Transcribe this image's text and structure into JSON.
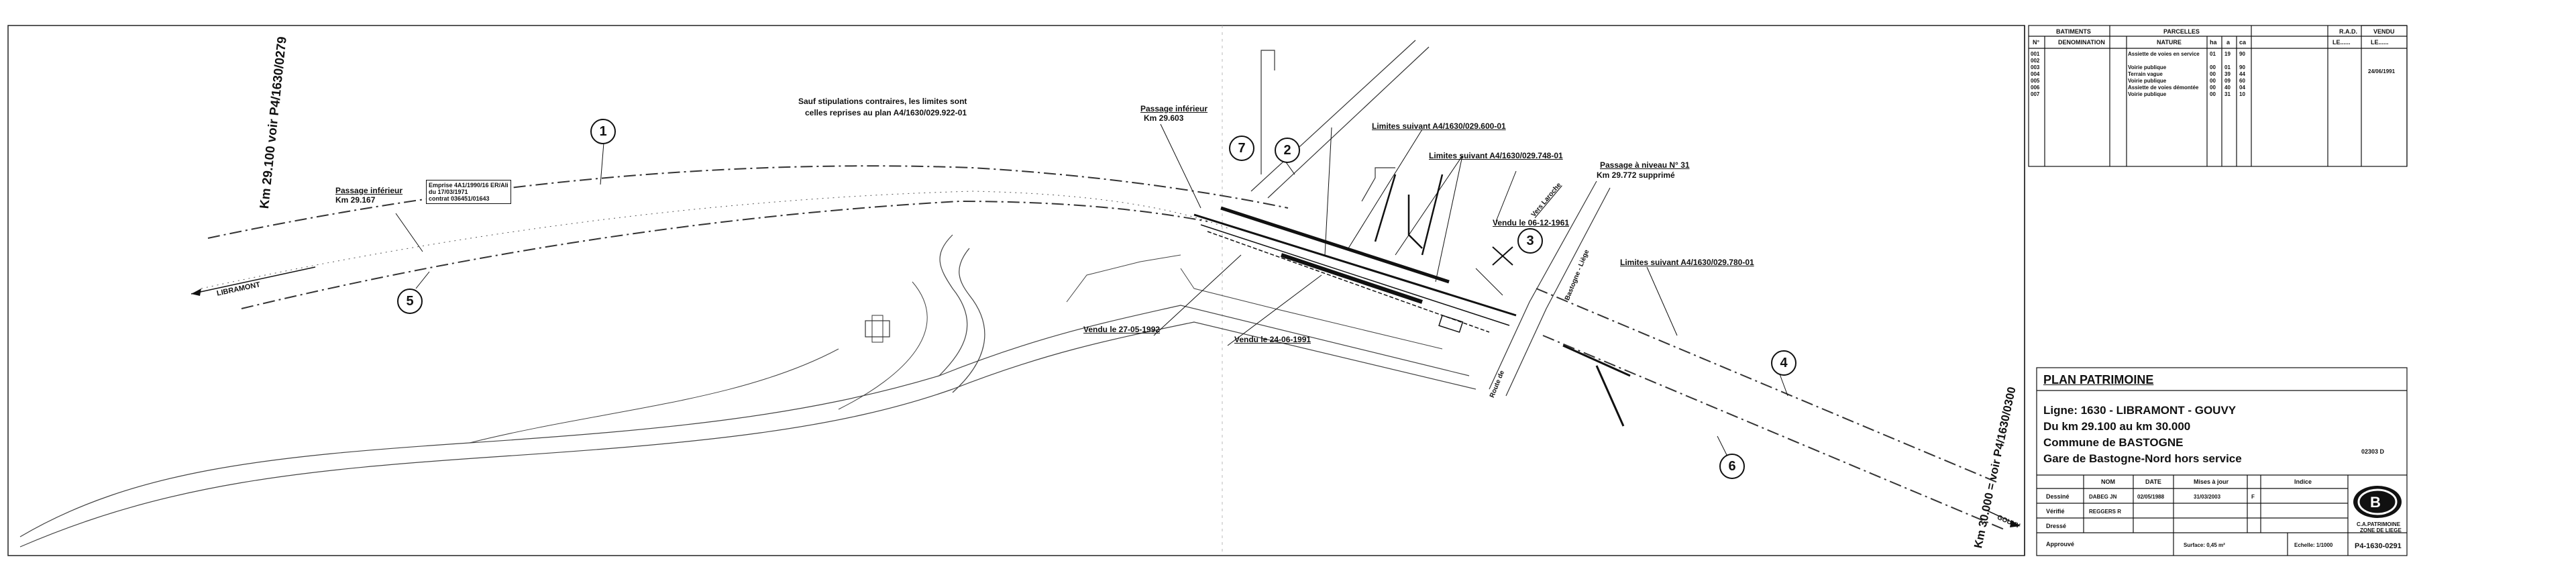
{
  "labels": {
    "km_start": "Km 29.100 voir P4/1630/0279",
    "km_end": "Km 30.000 = voir P4/1630/0300",
    "libramont": "LIBRAMONT",
    "gouvy": "GOUVY",
    "stipulations_1": "Sauf stipulations contraires, les limites sont",
    "stipulations_2": "celles reprises au plan A4/1630/029.922-01",
    "passage_inf_1_title": "Passage inférieur",
    "passage_inf_1_km": "Km 29.167",
    "passage_inf_2_title": "Passage inférieur",
    "passage_inf_2_km": "Km 29.603",
    "convention_1": "Emprise 4A1/1990/16 ER/Ali",
    "convention_2": "du 17/03/1971",
    "convention_3": "contrat 036451/01643",
    "limites_600": "Limites suivant A4/1630/029.600-01",
    "limites_748": "Limites suivant A4/1630/029.748-01",
    "limites_780": "Limites suivant A4/1630/029.780-01",
    "passage_niveau_1": "Passage à niveau  N° 31",
    "passage_niveau_2": "Km 29.772 supprimé",
    "vendu_1961": "Vendu le 06-12-1961",
    "vendu_1992": "Vendu le 27-05-1992",
    "vendu_1991": "Vendu le 24-06-1991",
    "vers_laroche": "Vers Laroche",
    "bastogne_liege": "Bastogne - Liège",
    "route_de": "Route de",
    "circles": [
      "1",
      "2",
      "3",
      "4",
      "5",
      "6",
      "7"
    ]
  },
  "cartouche": {
    "batiments": "BATIMENTS",
    "parcelles": "PARCELLES",
    "rad": "R.A.D.",
    "vendu": "VENDU",
    "no": "N°",
    "denomination": "DENOMINATION",
    "nature": "NATURE",
    "ha_a_ca": [
      "ha",
      "a",
      "ca"
    ],
    "le1": "LE......",
    "le2": "LE......",
    "date_vendu": "24/06/1991",
    "parcel_rows": [
      {
        "no": "001",
        "nature": "Assiette de voies en service",
        "ha": "01",
        "a": "19",
        "ca": "90"
      },
      {
        "no": "002",
        "nature": "",
        "ha": "",
        "a": "",
        "ca": ""
      },
      {
        "no": "003",
        "nature": "Voirie publique",
        "ha": "00",
        "a": "01",
        "ca": "90"
      },
      {
        "no": "004",
        "nature": "Terrain vague",
        "ha": "00",
        "a": "39",
        "ca": "44"
      },
      {
        "no": "005",
        "nature": "Voirie publique",
        "ha": "00",
        "a": "09",
        "ca": "60"
      },
      {
        "no": "006",
        "nature": "Assiette de voies démontée",
        "ha": "00",
        "a": "40",
        "ca": "04"
      },
      {
        "no": "007",
        "nature": "Voirie publique",
        "ha": "00",
        "a": "31",
        "ca": "10"
      }
    ],
    "plan_title": "PLAN PATRIMOINE",
    "ligne": "Ligne: 1630 - LIBRAMONT - GOUVY",
    "du_km": "Du km 29.100 au km 30.000",
    "commune": "Commune de BASTOGNE",
    "gare": "Gare de Bastogne-Nord hors service",
    "ref_code": "02303 D",
    "nom": "NOM",
    "date": "DATE",
    "mises_a_jour": "Mises à jour",
    "indice": "Indice",
    "dessine": "Dessiné",
    "dessine_nom": "DABEG JN",
    "dessine_date": "02/05/1988",
    "maj_date": "31/03/2003",
    "maj_indice": "F",
    "verifie": "Vérifié",
    "verifie_nom": "REGGERS R",
    "dressé": "Dressé",
    "approuve": "Approuvé",
    "surface": "Surface: 0,45 m²",
    "echelle": "Echelle: 1/1000",
    "logo_letter": "B",
    "org_1": "C.A.PATRIMOINE",
    "org_2": "ZONE DE LIEGE",
    "plan_no": "P4-1630-0291"
  }
}
